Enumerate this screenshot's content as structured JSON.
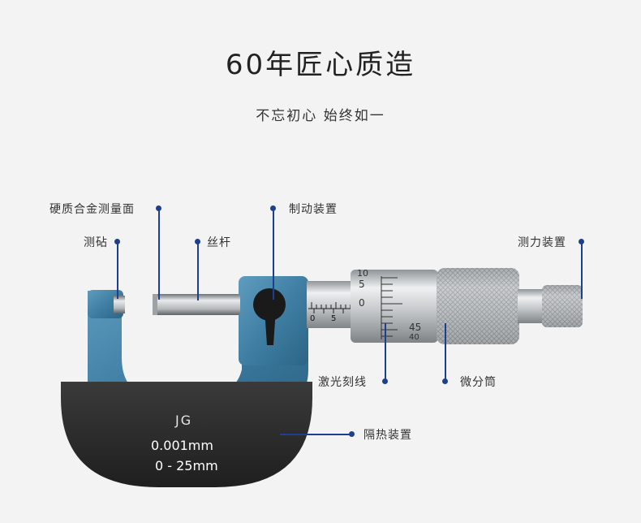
{
  "header": {
    "title": "60年匠心质造",
    "subtitle": "不忘初心 始终如一"
  },
  "labels": {
    "hard_alloy_face": "硬质合金测量面",
    "anvil": "测砧",
    "spindle": "丝杆",
    "lock_device": "制动装置",
    "ratchet": "测力装置",
    "laser_scale": "激光刻线",
    "thimble": "微分筒",
    "heat_insulation": "隔热装置"
  },
  "instrument": {
    "brand_logo": "JG",
    "resolution": "0.001mm",
    "range": "0 - 25mm",
    "sleeve_scale": [
      "0",
      "5"
    ],
    "thimble_scale": [
      "10",
      "5",
      "0",
      "45",
      "40"
    ]
  },
  "colors": {
    "frame_blue": "#3f7fa3",
    "heat_guard": "#2c2c2c",
    "accent_dot": "#1e3f8f",
    "metal": "#c9cccf"
  }
}
